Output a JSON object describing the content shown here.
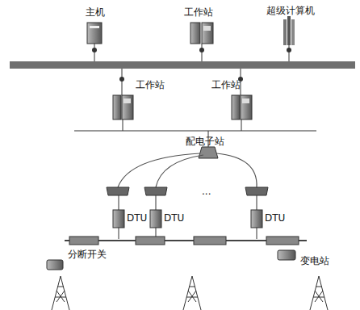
{
  "diagram": {
    "labels": [
      "主机",
      "工作站",
      "超级计算机",
      "工作站",
      "工作站",
      "配电子站",
      "DTU",
      "DTU",
      "DTU",
      "...",
      "分断开关",
      "变电站"
    ]
  }
}
